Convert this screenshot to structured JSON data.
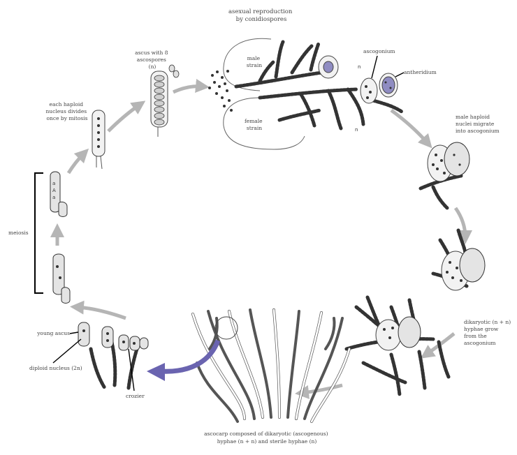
{
  "labels": {
    "asexual_reproduction": [
      "asexual reproduction",
      "by conidiospores"
    ],
    "ascus_with_ascospores": [
      "ascus with 8",
      "ascospores",
      "(n)"
    ],
    "each_haploid_nucleus": [
      "each haploid",
      "nucleus divides",
      "once by mitosis"
    ],
    "male_strain": [
      "male",
      "strain"
    ],
    "female_strain": [
      "female",
      "strain"
    ],
    "ascogonium": "ascogonium",
    "antheridium": "antheridium",
    "male_nuclei_migrate": [
      "male haploid",
      "nuclei migrate",
      "into ascogonium"
    ],
    "dikaryotic_hyphae": [
      "dikaryotic (n + n)",
      "hyphae grow",
      "from the",
      "ascogonium"
    ],
    "ascocarp": [
      "ascocarp composed of dikaryotic (ascogenous)",
      "hyphae (n + n) and sterile hyphae (n)"
    ],
    "meiosis": "meiosis",
    "young_ascus": "young ascus",
    "diploid_nucleus": "diploid nucleus (2n)",
    "crozier": "crozier",
    "strain_marker": "n"
  },
  "colors": {
    "cycle_arrow": "#b5b5b5",
    "highlight_arrow": "#6a64b0",
    "nucleus_fill": "#8f8cc2"
  }
}
